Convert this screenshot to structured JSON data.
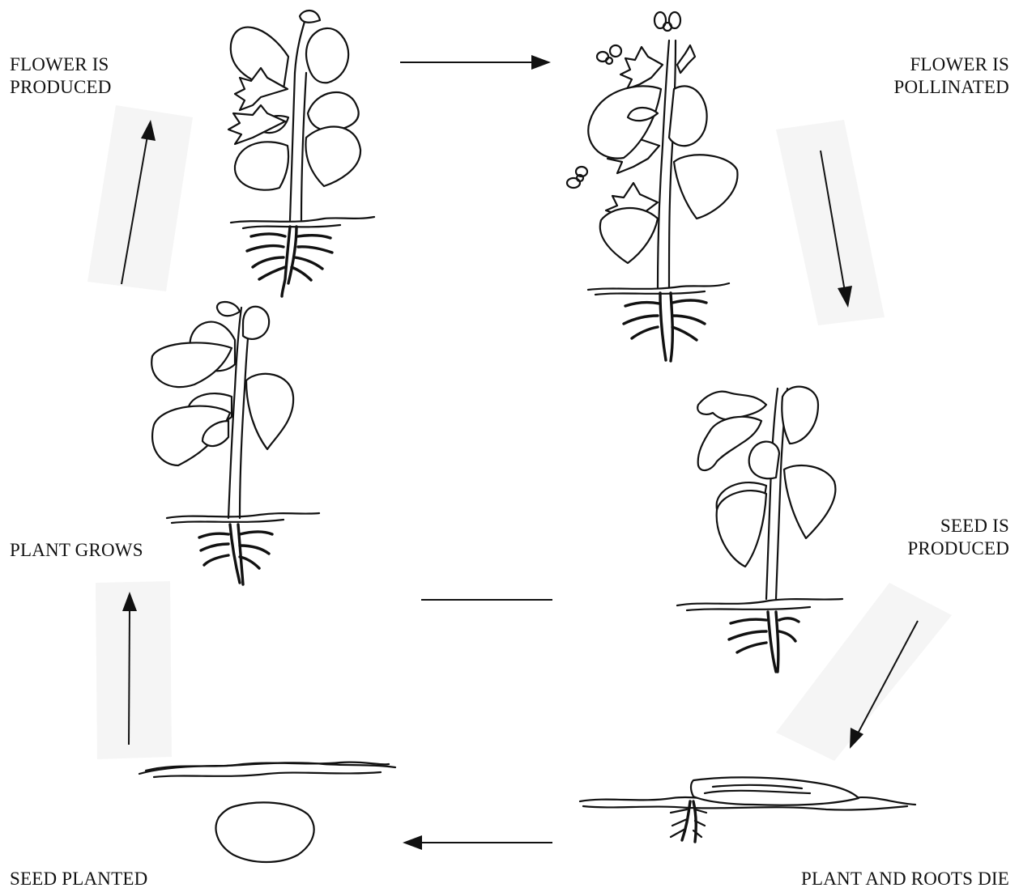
{
  "diagram": {
    "stages": {
      "flower_produced": [
        "FLOWER IS",
        "PRODUCED"
      ],
      "flower_pollinated": [
        "FLOWER IS",
        "POLLINATED"
      ],
      "plant_grows": [
        "PLANT GROWS"
      ],
      "seed_produced": [
        "SEED IS",
        "PRODUCED"
      ],
      "seed_planted": [
        "SEED PLANTED"
      ],
      "plant_roots_die": [
        "PLANT AND ROOTS DIE"
      ]
    },
    "flow_order": [
      "SEED PLANTED",
      "PLANT GROWS",
      "FLOWER IS PRODUCED",
      "FLOWER IS POLLINATED",
      "SEED IS PRODUCED",
      "PLANT AND ROOTS DIE"
    ]
  }
}
